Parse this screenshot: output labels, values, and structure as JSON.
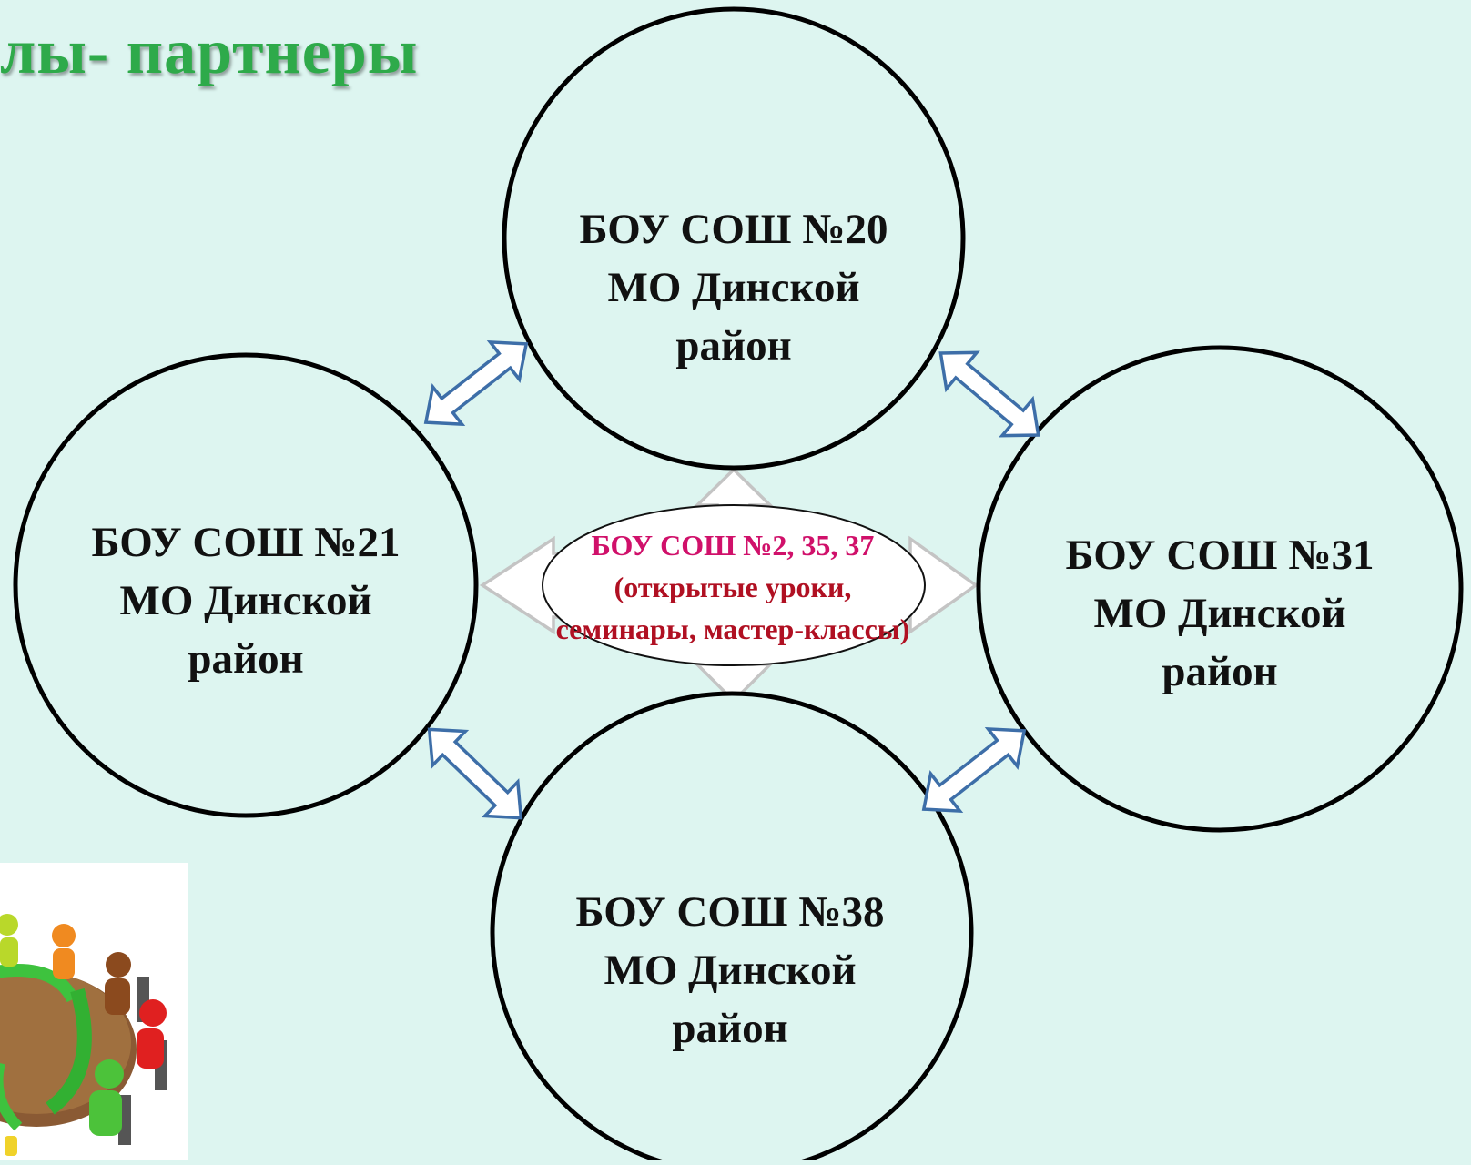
{
  "title": "лы- партнеры",
  "nodes": {
    "top": {
      "line1": "БОУ СОШ №20",
      "line2": "МО Динской",
      "line3": "район"
    },
    "left": {
      "line1": "БОУ СОШ №21",
      "line2": "МО Динской",
      "line3": "район"
    },
    "right": {
      "line1": "БОУ СОШ №31",
      "line2": "МО Динской",
      "line3": "район"
    },
    "bottom": {
      "line1": "БОУ СОШ №38",
      "line2": "МО Динской",
      "line3": "район"
    }
  },
  "center": {
    "line1": "БОУ СОШ №2, 35, 37",
    "line2": "(открытые уроки,",
    "line3": "семинары, мастер-классы)"
  },
  "colors": {
    "background": "#ddf5f0",
    "title": "#2eaa4a",
    "arrow_stroke": "#3d6ea8",
    "arrow_fill": "#ffffff",
    "center_arrow": "#c8c8c8",
    "center_line1": "#d0106a",
    "center_lines": "#b01022"
  },
  "image": {
    "icon": "round-table-meeting-figures-icon"
  }
}
